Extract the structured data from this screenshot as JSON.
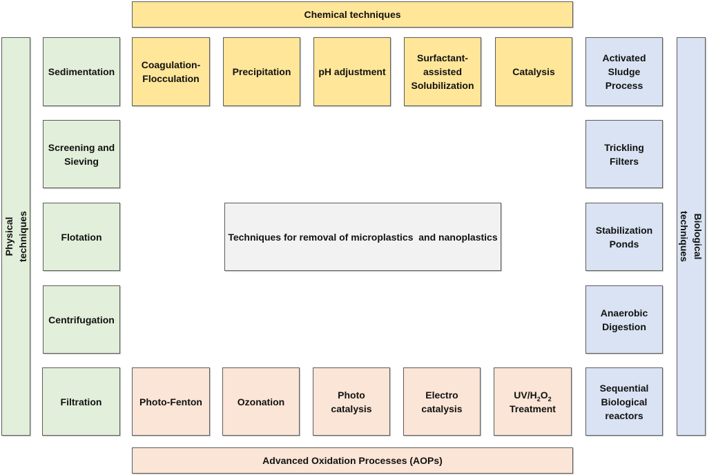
{
  "center": "Techniques for removal of microplastics  and nanoplastics",
  "chemical": {
    "header": "Chemical techniques",
    "items": [
      "Coagulation-\nFlocculation",
      "Precipitation",
      "pH adjustment",
      "Surfactant-\nassisted\nSolubilization",
      "Catalysis"
    ]
  },
  "physical": {
    "header": "Physical techniques",
    "items": [
      "Sedimentation",
      "Screening and\nSieving",
      "Flotation",
      "Centrifugation",
      "Filtration"
    ]
  },
  "biological": {
    "header": "Biological techniques",
    "items": [
      "Activated\nSludge\nProcess",
      "Trickling\nFilters",
      "Stabilization\nPonds",
      "Anaerobic\nDigestion",
      "Sequential\nBiological\nreactors"
    ]
  },
  "aop": {
    "header": "Advanced Oxidation Processes (AOPs)",
    "items": [
      "Photo-Fenton",
      "Ozonation",
      "Photo\ncatalysis",
      "Electro\ncatalysis"
    ],
    "uv": {
      "p1": "UV/H",
      "s1": "2",
      "p2": "O",
      "s2": "2",
      "line2": "Treatment"
    }
  },
  "colors": {
    "physical": "#e2efda",
    "chemical": "#ffe699",
    "aop": "#fbe5d6",
    "biological": "#dae3f3",
    "center": "#f2f2f2"
  }
}
